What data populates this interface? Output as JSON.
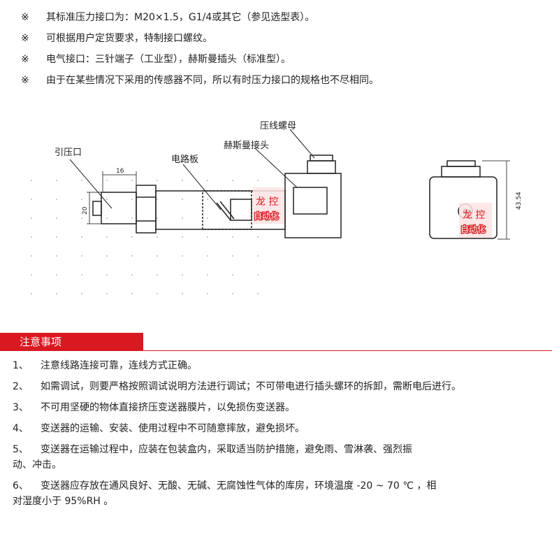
{
  "bullets": [
    {
      "mark": "※",
      "text": "其标准压力接口为：M20×1.5，G1/4或其它（参见选型表）。"
    },
    {
      "mark": "※",
      "text": "可根据用户定货要求，特制接口螺纹。"
    },
    {
      "mark": "※",
      "text": "电气接口：三针端子（工业型），赫斯曼插头（标准型）。"
    },
    {
      "mark": "※",
      "text": "由于在某些情况下采用的传感器不同，所以有时压力接口的规格也不尽相同。"
    }
  ],
  "diagram": {
    "label_pressure_port": "引压口",
    "label_circuit_board": "电路板",
    "label_hirschmann": "赫斯曼接头",
    "label_nut": "压线螺母",
    "dim_width": "16",
    "dim_height": "20",
    "dim_side": "43.54",
    "watermark_line1": "龙 控",
    "watermark_line2": "自动化"
  },
  "section": {
    "title": "注意事项"
  },
  "notes": [
    {
      "num": "1、",
      "text": "注意线路连接可靠，连线方式正确。"
    },
    {
      "num": "2、",
      "text": "如需调试，则要严格按照调试说明方法进行调试；不可带电进行插头螺环的拆卸，需断电后进行。"
    },
    {
      "num": "3、",
      "text": "不可用坚硬的物体直接挤压变送器膜片，以免损伤变送器。"
    },
    {
      "num": "4、",
      "text": "变送器的运输、安装、使用过程中不可随意摔放，避免损坏。"
    },
    {
      "num": "5、",
      "text": "变送器在运输过程中，应装在包装盒内，采取适当防护措施，避免雨、雪淋袭、强烈振",
      "cont": "动、冲击。"
    },
    {
      "num": "6、",
      "text": "变送器应存放在通风良好、无酸、无碱、无腐蚀性气体的库房，环境温度 -20 ~ 70 ℃ ，相",
      "cont": "对湿度小于 95%RH 。"
    }
  ]
}
